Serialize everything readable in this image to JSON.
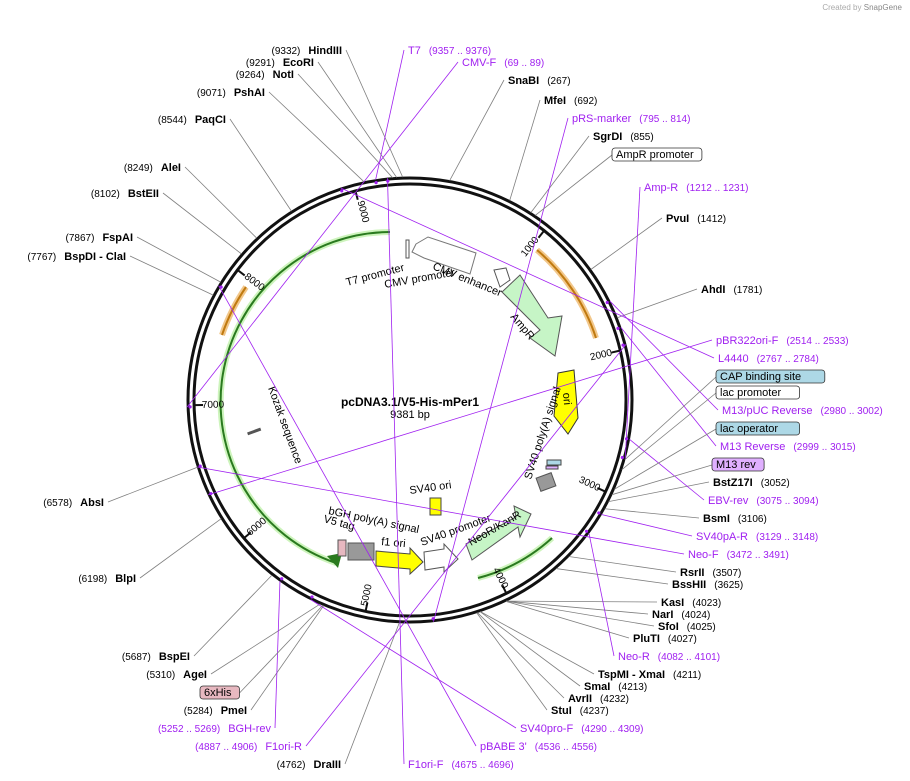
{
  "watermark": {
    "prefix": "Created by",
    "brand": "SnapGene"
  },
  "plasmid": {
    "name": "pcDNA3.1/V5-His-mPer1",
    "length": "9381 bp",
    "total_bp": 9381
  },
  "ticks": [
    "1000",
    "2000",
    "3000",
    "4000",
    "5000",
    "6000",
    "7000",
    "8000",
    "9000"
  ],
  "enzymes": [
    {
      "name": "HindIII",
      "pos": "(9332)"
    },
    {
      "name": "EcoRI",
      "pos": "(9291)"
    },
    {
      "name": "NotI",
      "pos": "(9264)"
    },
    {
      "name": "PshAI",
      "pos": "(9071)"
    },
    {
      "name": "PaqCI",
      "pos": "(8544)"
    },
    {
      "name": "AleI",
      "pos": "(8249)"
    },
    {
      "name": "BstEII",
      "pos": "(8102)"
    },
    {
      "name": "FspAI",
      "pos": "(7867)"
    },
    {
      "name": "BspDI - ClaI",
      "pos": "(7767)"
    },
    {
      "name": "AbsI",
      "pos": "(6578)"
    },
    {
      "name": "BlpI",
      "pos": "(6198)"
    },
    {
      "name": "BspEI",
      "pos": "(5687)"
    },
    {
      "name": "AgeI",
      "pos": "(5310)"
    },
    {
      "name": "PmeI",
      "pos": "(5284)"
    },
    {
      "name": "DraIII",
      "pos": "(4762)"
    },
    {
      "name": "SnaBI",
      "pos": "(267)"
    },
    {
      "name": "MfeI",
      "pos": "(692)"
    },
    {
      "name": "SgrDI",
      "pos": "(855)"
    },
    {
      "name": "PvuI",
      "pos": "(1412)"
    },
    {
      "name": "AhdI",
      "pos": "(1781)"
    },
    {
      "name": "BstZ17I",
      "pos": "(3052)"
    },
    {
      "name": "BsmI",
      "pos": "(3106)"
    },
    {
      "name": "RsrII",
      "pos": "(3507)"
    },
    {
      "name": "BssHII",
      "pos": "(3625)"
    },
    {
      "name": "KasI",
      "pos": "(4023)"
    },
    {
      "name": "NarI",
      "pos": "(4024)"
    },
    {
      "name": "SfoI",
      "pos": "(4025)"
    },
    {
      "name": "PluTI",
      "pos": "(4027)"
    },
    {
      "name": "TspMI - XmaI",
      "pos": "(4211)"
    },
    {
      "name": "SmaI",
      "pos": "(4213)"
    },
    {
      "name": "AvrII",
      "pos": "(4232)"
    },
    {
      "name": "StuI",
      "pos": "(4237)"
    }
  ],
  "primers": [
    {
      "name": "T7",
      "range": "(9357 .. 9376)"
    },
    {
      "name": "CMV-F",
      "range": "(69 .. 89)"
    },
    {
      "name": "pRS-marker",
      "range": "(795 .. 814)"
    },
    {
      "name": "Amp-R",
      "range": "(1212 .. 1231)"
    },
    {
      "name": "pBR322ori-F",
      "range": "(2514 .. 2533)"
    },
    {
      "name": "L4440",
      "range": "(2767 .. 2784)"
    },
    {
      "name": "M13/pUC Reverse",
      "range": "(2980 .. 3002)"
    },
    {
      "name": "M13 Reverse",
      "range": "(2999 .. 3015)"
    },
    {
      "name": "EBV-rev",
      "range": "(3075 .. 3094)"
    },
    {
      "name": "SV40pA-R",
      "range": "(3129 .. 3148)"
    },
    {
      "name": "Neo-F",
      "range": "(3472 .. 3491)"
    },
    {
      "name": "Neo-R",
      "range": "(4082 .. 4101)"
    },
    {
      "name": "SV40pro-F",
      "range": "(4290 .. 4309)"
    },
    {
      "name": "pBABE 3'",
      "range": "(4536 .. 4556)"
    },
    {
      "name": "F1ori-F",
      "range": "(4675 .. 4696)"
    },
    {
      "name": "F1ori-R",
      "range": "(4887 .. 4906)"
    },
    {
      "name": "BGH-rev",
      "range": "(5252 .. 5269)"
    }
  ],
  "boxed_features": [
    {
      "name": "AmpR promoter",
      "fill": "#ffffff"
    },
    {
      "name": "CAP binding site",
      "fill": "#add8e6"
    },
    {
      "name": "lac promoter",
      "fill": "#ffffff"
    },
    {
      "name": "lac operator",
      "fill": "#add8e6"
    },
    {
      "name": "M13 rev",
      "fill": "#e0b0ff"
    },
    {
      "name": "6xHis",
      "fill": "#e7b8c0"
    }
  ],
  "features": {
    "t7_promoter": "T7 promoter",
    "cmv_enhancer": "CMV enhancer",
    "cmv_promoter": "CMV promoter",
    "ampr": "AmpR",
    "ori": "ori",
    "sv40_polya": "SV40 poly(A) signal",
    "kozak": "Kozak sequence",
    "sv40_ori": "SV40 ori",
    "bgh": "bGH poly(A) signal",
    "v5_tag": "V5 tag",
    "f1_ori": "f1 ori",
    "sv40_promoter": "SV40 promoter",
    "neo": "NeoR/KanR"
  },
  "colors": {
    "backbone": "#111111",
    "enzyme_line": "#7f7f7f",
    "primer": "#a020f0",
    "ampr": "#c6f5c6",
    "ori": "#ffff00",
    "neo": "#c6f5c6",
    "orf": "#2a8a2a",
    "orange": "#d08a1c"
  }
}
